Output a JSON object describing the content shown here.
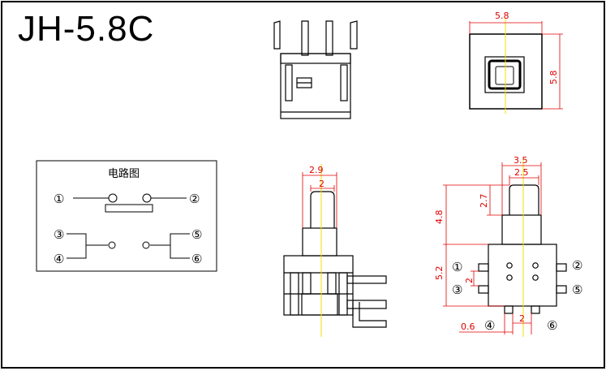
{
  "title": "JH-5.8C",
  "circuit": {
    "title": "电路图",
    "pins": [
      "①",
      "②",
      "③",
      "④",
      "⑤",
      "⑥"
    ]
  },
  "dimensions": {
    "top_width": "5.8",
    "top_height": "5.8",
    "front_width": "2.9",
    "front_button": "2",
    "side_width_outer": "3.5",
    "side_width_inner": "2.5",
    "side_button_h": "2.7",
    "side_total_h": "4.8",
    "side_body_h": "5.2",
    "pin_pitch_v": "2",
    "pin_pitch_h": "2",
    "pin_offset": "0.6"
  },
  "colors": {
    "dimension": "#e00000",
    "centerline": "#f0e000",
    "outline": "#000000"
  }
}
